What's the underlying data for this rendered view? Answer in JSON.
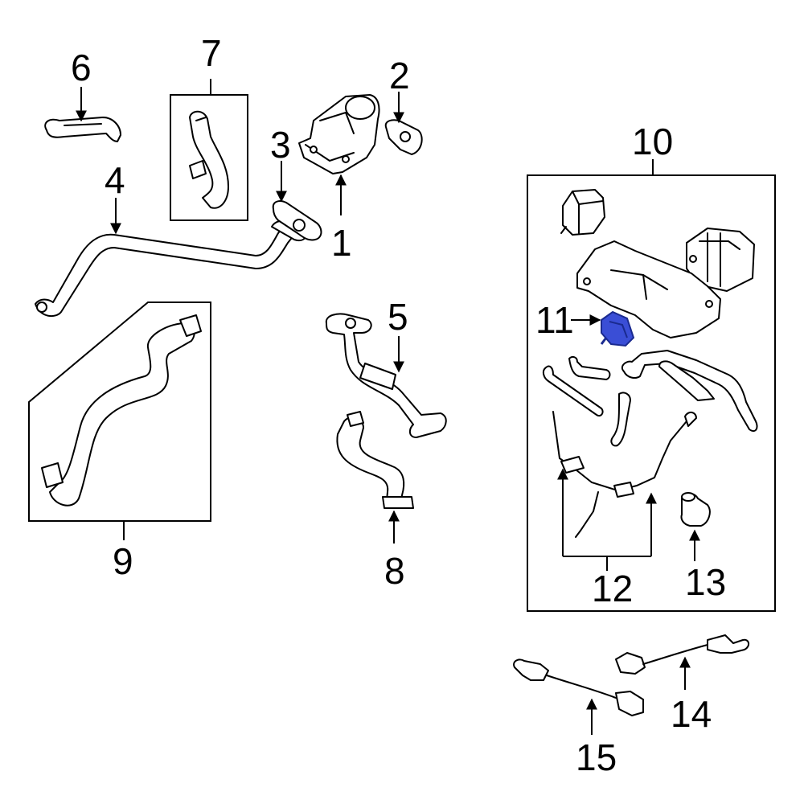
{
  "colors": {
    "line": "#000000",
    "background": "#ffffff",
    "highlight": "#2f3fbf",
    "highlight_fill": "#3a4ed6"
  },
  "callouts": [
    {
      "id": "1",
      "label": "1"
    },
    {
      "id": "2",
      "label": "2"
    },
    {
      "id": "3",
      "label": "3"
    },
    {
      "id": "4",
      "label": "4"
    },
    {
      "id": "5",
      "label": "5"
    },
    {
      "id": "6",
      "label": "6"
    },
    {
      "id": "7",
      "label": "7"
    },
    {
      "id": "8",
      "label": "8"
    },
    {
      "id": "9",
      "label": "9"
    },
    {
      "id": "10",
      "label": "10"
    },
    {
      "id": "11",
      "label": "11"
    },
    {
      "id": "12",
      "label": "12"
    },
    {
      "id": "13",
      "label": "13"
    },
    {
      "id": "14",
      "label": "14"
    },
    {
      "id": "15",
      "label": "15"
    }
  ],
  "highlighted_part": "11"
}
